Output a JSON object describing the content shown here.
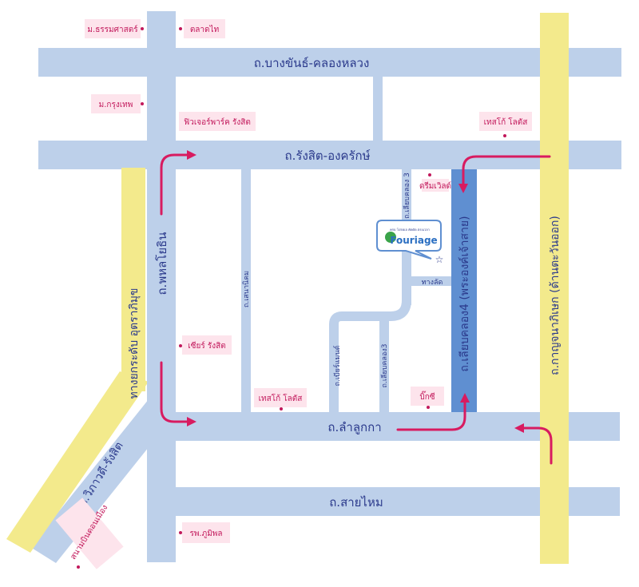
{
  "colors": {
    "road": "#bdd0ea",
    "road_edge": "#a9bfe0",
    "highway": "#f3ea8c",
    "arrow": "#d81b60",
    "poi_box": "#fde4ec",
    "poi_text": "#c2185b",
    "road_text": "#2b3a8c",
    "klong4_road": "#5f8fd1"
  },
  "roads": {
    "bangkhan_khlongluang": "ถ.บางขันธ์-คลองหลวง",
    "rangsit_ongkharak": "ถ.รังสิต-องครักษ์",
    "phahonyothin": "ถ.พหลโยธิน",
    "liap_khlong4": "ถ.เลียบคลอง4 (พระองค์เจ้าสาย)",
    "kanchanaphisek": "ถ.กาญจนาภิเษก (ด้านตะวันออก)",
    "lam_luk_ka": "ถ.ลำลูกกา",
    "sai_mai": "ถ.สายไหม",
    "vibhavadi_rangsit": "ถ.วิภาวดี-รังสิต",
    "expressway_uttaraphimuk": "ทางยกระดับ อุตราภิมุข",
    "sena_nikhom": "ถ.เสนานิคม",
    "liap_khlong3_upper": "ถ.เลียบคลอง 3",
    "liap_khlong3_lower": "ถ.เลียบคลอง3",
    "liap_khlong3_mid": "ถ.เบียร์แมนต์",
    "shortcut": "ทางลัด"
  },
  "pois": {
    "thammasat": "ม.ธรรมศาสตร์",
    "talad_thai": "ตลาดไท",
    "bangkok_univ": "ม.กรุงเทพ",
    "future_park": "ฟิวเจอร์พาร์ค รังสิต",
    "tesco_lotus_east": "เทสโก้ โลตัส",
    "dream_world": "ดรีมเวิลด์",
    "zeer_rangsit": "เซียร์ รังสิต",
    "tesco_lotus_lamlukka": "เทสโก้ โลตัส",
    "big_c": "บิ๊กซี",
    "bhumibol_hospital": "รพ.ภูมิพล",
    "don_mueang_airport": "สนามบินดอนเมือง"
  },
  "logo": {
    "brand": "Fouriage",
    "tagline": "ครบ โปรดเจ คัดดัด ตรงเวลา"
  }
}
